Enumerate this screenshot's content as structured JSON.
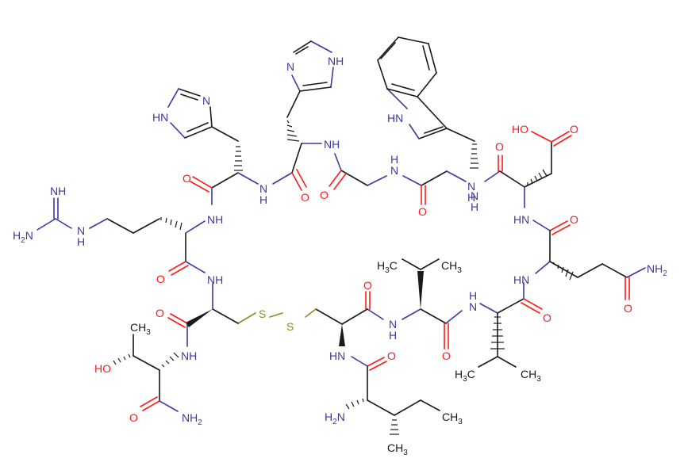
{
  "diagram": {
    "type": "chemical-structure",
    "description": "Cyclic (disulfide-bridged) peptide skeletal formula",
    "colors": {
      "carbon_bond": "#1a1a1a",
      "nitrogen": "#3a3aa0",
      "oxygen": "#ff1a1a",
      "sulfur": "#8a8a2a",
      "background": "#ffffff"
    },
    "residues": [
      "Ile",
      "Cys",
      "Val",
      "Val",
      "Gln",
      "Asp",
      "Trp",
      "Gly",
      "His",
      "His",
      "Arg",
      "Cys",
      "Thr-NH2"
    ],
    "labels": {
      "his1_hn": "HN",
      "his1_n": "N",
      "his2_n": "N",
      "his2_nh": "NH",
      "trp_hn": "HN",
      "asp_ho": "HO",
      "asp_o1": "O",
      "asp_o2": "O",
      "asp_nh_h": "H",
      "asp_nh_n": "N",
      "asp_hn": "HN",
      "asp_o3": "O",
      "gln_hn": "HN",
      "gln_nh2": "NH",
      "gln_nh2_sub": "2",
      "gln_o1": "O",
      "gln_o2": "O",
      "val2_nh_h": "H",
      "val2_nh_n": "N",
      "val2_o": "O",
      "val2_h3c": "H",
      "val2_h3c_sub": "3",
      "val2_h3c_c": "C",
      "val2_ch3": "CH",
      "val2_ch3_sub": "3",
      "val1_h3c": "H",
      "val1_h3c_sub": "3",
      "val1_h3c_c": "C",
      "val1_ch3": "CH",
      "val1_ch3_sub": "3",
      "val1_nh_n": "N",
      "val1_nh_h": "H",
      "val1_o": "O",
      "cys2_o": "O",
      "cys2_hn": "HN",
      "ile_o": "O",
      "ile_h2n": "H",
      "ile_h2n_sub": "2",
      "ile_h2n_n": "N",
      "ile_ch3a": "CH",
      "ile_ch3a_sub": "3",
      "ile_ch3b": "CH",
      "ile_ch3b_sub": "3",
      "s1": "S",
      "s2": "S",
      "cys1_nh": "NH",
      "cys1_o": "O",
      "thr_nh": "NH",
      "thr_ho": "HO",
      "thr_ch3": "CH",
      "thr_ch3_sub": "3",
      "thr_o": "O",
      "thr_nh2": "NH",
      "thr_nh2_sub": "2",
      "arg_nh": "NH",
      "arg_o": "O",
      "arg_nh2": "NH",
      "guan_nh": "NH",
      "guan_h2n": "H",
      "guan_h2n_sub": "2",
      "guan_h2n_n": "N",
      "guan_n": "N",
      "guan_h": "H",
      "his1_o": "O",
      "his1_nh_n": "N",
      "his1_nh_h": "H",
      "his2_o": "O",
      "gly_o": "O",
      "gly_nh_h": "H",
      "gly_nh_n": "N",
      "trp_o": "O",
      "trp_nh_n": "N",
      "trp_nh_h": "H"
    }
  }
}
